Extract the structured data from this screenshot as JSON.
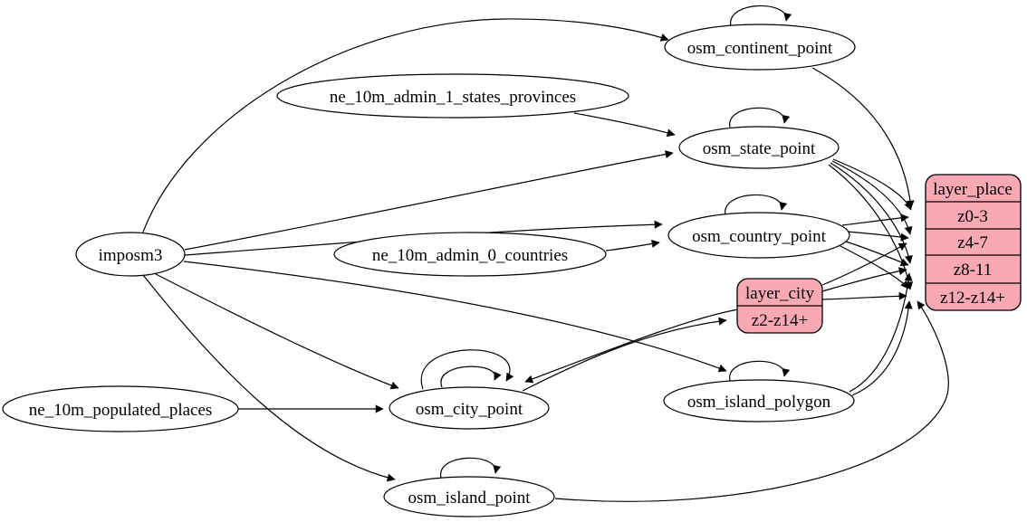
{
  "diagram": {
    "kind": "etl-graph",
    "colors": {
      "background": "#ffffff",
      "table_fill": "#ffffff",
      "layer_fill": "#f9a9b4",
      "stroke": "#000000",
      "text": "#000000"
    },
    "labels": {
      "imposm3": "imposm3",
      "ne_10m_admin_1_states_provinces": "ne_10m_admin_1_states_provinces",
      "ne_10m_admin_0_countries": "ne_10m_admin_0_countries",
      "ne_10m_populated_places": "ne_10m_populated_places",
      "osm_continent_point": "osm_continent_point",
      "osm_state_point": "osm_state_point",
      "osm_country_point": "osm_country_point",
      "osm_city_point": "osm_city_point",
      "osm_island_polygon": "osm_island_polygon",
      "osm_island_point": "osm_island_point",
      "layer_city_title": "layer_city",
      "layer_city_z2": "z2-z14+",
      "layer_place_title": "layer_place",
      "layer_place_z0": "z0-3",
      "layer_place_z4": "z4-7",
      "layer_place_z8": "z8-11",
      "layer_place_z12": "z12-z14+"
    },
    "records": [
      {
        "id": "layer_city",
        "title": "layer_city",
        "rows": [
          "z2-z14+"
        ]
      },
      {
        "id": "layer_place",
        "title": "layer_place",
        "rows": [
          "z0-3",
          "z4-7",
          "z8-11",
          "z12-z14+"
        ]
      }
    ],
    "edges": [
      {
        "from": "imposm3",
        "to": "osm_continent_point"
      },
      {
        "from": "imposm3",
        "to": "osm_state_point"
      },
      {
        "from": "imposm3",
        "to": "osm_country_point"
      },
      {
        "from": "imposm3",
        "to": "osm_city_point"
      },
      {
        "from": "imposm3",
        "to": "osm_island_polygon"
      },
      {
        "from": "imposm3",
        "to": "osm_island_point"
      },
      {
        "from": "ne_10m_admin_1_states_provinces",
        "to": "osm_state_point"
      },
      {
        "from": "ne_10m_admin_0_countries",
        "to": "osm_country_point"
      },
      {
        "from": "ne_10m_populated_places",
        "to": "osm_city_point"
      },
      {
        "from": "osm_continent_point",
        "to": "layer_place:z0-3"
      },
      {
        "from": "osm_state_point",
        "to": "layer_place:z0-3"
      },
      {
        "from": "osm_state_point",
        "to": "layer_place:z4-7"
      },
      {
        "from": "osm_state_point",
        "to": "layer_place:z8-11"
      },
      {
        "from": "osm_state_point",
        "to": "layer_place:z12-z14+"
      },
      {
        "from": "osm_country_point",
        "to": "layer_place:z0-3"
      },
      {
        "from": "osm_country_point",
        "to": "layer_place:z4-7"
      },
      {
        "from": "osm_country_point",
        "to": "layer_place:z8-11"
      },
      {
        "from": "osm_country_point",
        "to": "layer_place:z12-z14+"
      },
      {
        "from": "osm_city_point",
        "to": "layer_city:z2-z14+"
      },
      {
        "from": "layer_city",
        "to": "osm_city_point"
      },
      {
        "from": "layer_city",
        "to": "layer_place:z4-7"
      },
      {
        "from": "layer_city",
        "to": "layer_place:z8-11"
      },
      {
        "from": "layer_city",
        "to": "layer_place:z12-z14+"
      },
      {
        "from": "osm_island_polygon",
        "to": "layer_place:z8-11"
      },
      {
        "from": "osm_island_polygon",
        "to": "layer_place:z12-z14+"
      },
      {
        "from": "osm_island_point",
        "to": "layer_place:z12-z14+"
      }
    ],
    "self_loops": [
      "osm_continent_point",
      "osm_state_point",
      "osm_country_point",
      "osm_city_point",
      "osm_city_point",
      "osm_island_polygon",
      "osm_island_point"
    ]
  }
}
